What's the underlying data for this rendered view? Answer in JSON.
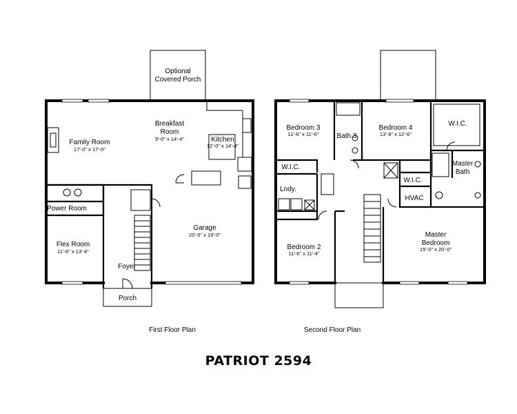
{
  "title": "PATRIOT 2594",
  "first_floor": {
    "caption": "First Floor Plan",
    "rooms": {
      "optional_porch": {
        "line1": "Optional",
        "line2": "Covered Porch"
      },
      "breakfast": {
        "line1": "Breakfast",
        "line2": "Room",
        "dim": "9'-0\" x 14'-4\""
      },
      "family": {
        "name": "Family Room",
        "dim": "17'-0\" x 17'-0\""
      },
      "kitchen": {
        "name": "Kitchen",
        "dim": "12'-0\" x 14'-4\""
      },
      "power": {
        "name": "Power Room"
      },
      "garage": {
        "name": "Garage",
        "dim": "20'-0\" x 19'-0\""
      },
      "flex": {
        "name": "Flex Room",
        "dim": "11'-6\" x 13'-4\""
      },
      "foyer": {
        "name": "Foyer"
      },
      "porch": {
        "name": "Porch"
      }
    }
  },
  "second_floor": {
    "caption": "Second Floor Plan",
    "rooms": {
      "bedroom3": {
        "name": "Bedroom 3",
        "dim": "11'-6\" x 11'-6\""
      },
      "bath3": {
        "name": "Bath 3"
      },
      "bedroom4": {
        "name": "Bedroom 4",
        "dim": "13'-8\" x 12'-6\""
      },
      "wic_master": {
        "name": "W.I.C."
      },
      "wic_bed3": {
        "name": "W.I.C."
      },
      "master_bath": {
        "line1": "Master",
        "line2": "Bath"
      },
      "wic_bed4": {
        "name": "W.I.C."
      },
      "laundry": {
        "name": "Lndy."
      },
      "hvac": {
        "name": "HVAC"
      },
      "bedroom2": {
        "name": "Bedroom 2",
        "dim": "11'-6\" x 11'-4\""
      },
      "master_bedroom": {
        "line1": "Master",
        "line2": "Bedroom",
        "dim": "15'-0\" x 20'-0\""
      }
    }
  }
}
